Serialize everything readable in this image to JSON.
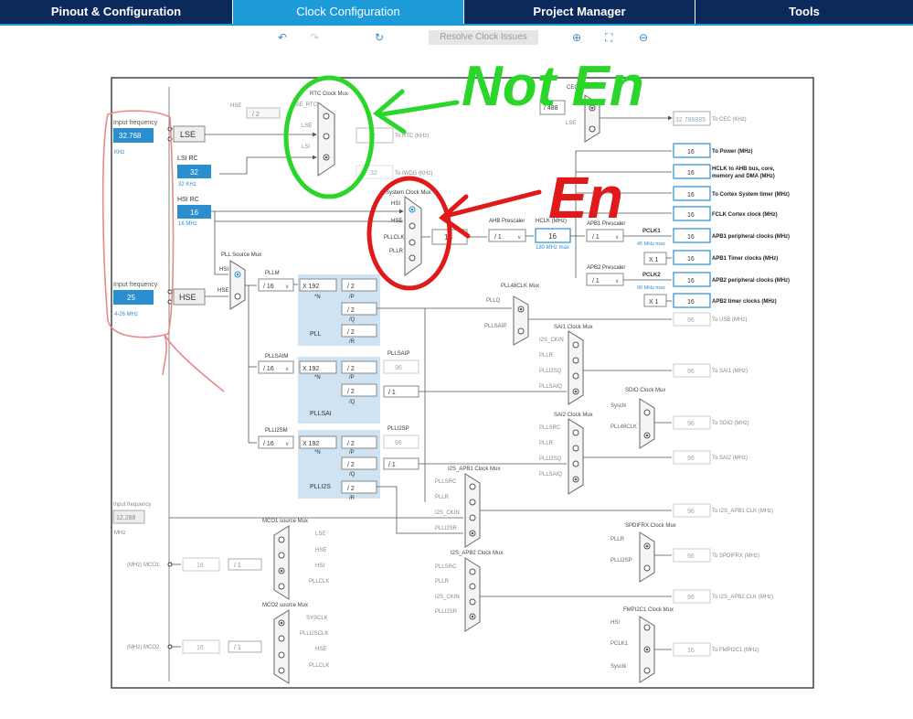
{
  "nav": {
    "tabs": [
      {
        "label": "Pinout & Configuration"
      },
      {
        "label": "Clock Configuration",
        "active": true
      },
      {
        "label": "Project Manager"
      },
      {
        "label": "Tools"
      }
    ]
  },
  "toolbar": {
    "undo_icon": "undo-icon",
    "redo_icon": "redo-icon",
    "refresh_icon": "refresh-icon",
    "resolve_label": "Resolve Clock Issues",
    "zoom_in_icon": "zoom-in-icon",
    "fit_icon": "fit-icon",
    "zoom_out_icon": "zoom-out-icon"
  },
  "colors": {
    "nav_bg": "#0b2a5b",
    "accent": "#1c9bd8",
    "panel": "#cfe3f2",
    "annotation_green": "#2bd62b",
    "annotation_red": "#e01a1a",
    "annotation_pink": "#e98a8a"
  },
  "diagram": {
    "input_freq_label": "Input frequency",
    "lse_input_value": "32.768",
    "khz": "KHz",
    "lse_label": "LSE",
    "lsi_rc_label": "LSI RC",
    "lsi_value": "32",
    "lsi_khz": "32 KHz",
    "hsi_rc_label": "HSI RC",
    "hsi_value": "16",
    "hsi_mhz": "16 MHz",
    "hse_input_value": "25",
    "hse_range": "4-26 MHz",
    "hse_label": "HSE",
    "ext_input_freq_label": "Input frequency",
    "ext_input_value": "12.288",
    "mhz": "MHz",
    "rtc_mux_label": "RTC Clock Mux",
    "rtc_hse": "HSE",
    "rtc_div": "/ 2",
    "rtc_hse_rtc": "HSE_RTC",
    "rtc_lse": "LSE",
    "rtc_lsi": "LSI",
    "to_rtc_value": "32",
    "to_rtc_label": "To RTC (KHz)",
    "to_iwdg_value": "32",
    "to_iwdg_label": "To IWDG (KHz)",
    "cec_mux_label": "CEC Clock Mux",
    "cec_div": "/ 488",
    "cec_lse": "LSE",
    "to_cec_value": "32.786885",
    "to_cec_label": "To CEC (KHz)",
    "sysclk_mux_label": "System Clock Mux",
    "sys_hsi": "HSI",
    "sys_hse": "HSE",
    "sys_pllclk": "PLLCLK",
    "sys_pllr": "PLLR",
    "sysclk_value": "16",
    "ahb_prescaler_label": "AHB Prescaler",
    "ahb_div": "/ 1",
    "hclk_label": "HCLK (MHz)",
    "hclk_value": "16",
    "hclk_max": "180 MHz max",
    "apb1_prescaler_label": "APB1 Prescaler",
    "apb1_div": "/ 1",
    "pclk1_label": "PCLK1",
    "pclk1_max": "45 MHz max",
    "apb1_timer_mul": "X 1",
    "apb2_prescaler_label": "APB2 Prescaler",
    "apb2_div": "/ 1",
    "pclk2_label": "PCLK2",
    "pclk2_max": "90 MHz max",
    "apb2_timer_mul": "X 1",
    "outputs": [
      {
        "value": "16",
        "label": "To Power (MHz)"
      },
      {
        "value": "16",
        "label": "HCLK to AHB bus, core,"
      },
      {
        "value": "16",
        "label": "To Cortex System timer (MHz)"
      },
      {
        "value": "16",
        "label": "FCLK Cortex clock (MHz)"
      },
      {
        "value": "16",
        "label": "APB1 peripheral clocks (MHz)"
      },
      {
        "value": "16",
        "label": "APB1 Timer clocks (MHz)"
      },
      {
        "value": "16",
        "label": "APB2 peripheral clocks (MHz)"
      },
      {
        "value": "16",
        "label": "APB2 timer clocks (MHz)"
      }
    ],
    "hclk_label_line2": "memory and DMA (MHz)",
    "pll_source_mux_label": "PLL Source Mux",
    "pllsrc_hsi": "HSI",
    "pllsrc_hse": "HSE",
    "pllm_label": "PLLM",
    "pllm_div": "/ 16",
    "pll_n": "X 192",
    "n_label": "*N",
    "pll_p": "/ 2",
    "p_label": "/P",
    "pll_q": "/ 2",
    "q_label": "/Q",
    "pll_r": "/ 2",
    "r_label": "/R",
    "pll_label": "PLL",
    "pll48_mux_label": "PLL48CLK Mux",
    "pllq_in": "PLLQ",
    "pllsaip_in": "PLLSAIP",
    "to_usb_value": "96",
    "to_usb_label": "To USB (MHz)",
    "pllsaim_label": "PLLSAIM",
    "pllsaim_div": "/ 16",
    "pllsai_n": "X 192",
    "pllsaip_label": "PLLSAIP",
    "pllsai_p": "/ 2",
    "pllsaip_value": "96",
    "pllsai_q": "/ 2",
    "pllsai_q_div": "/ 1",
    "pllsai_label": "PLLSAI",
    "plli2sm_label": "PLLI2SM",
    "plli2sm_div": "/ 16",
    "plli2s_n": "X 192",
    "plli2sp_label": "PLLI2SP",
    "plli2s_p": "/ 2",
    "plli2sp_value": "96",
    "plli2s_q": "/ 2",
    "plli2s_q_div": "/ 1",
    "plli2s_r": "/ 2",
    "plli2s_label": "PLLI2S",
    "sai1_mux_label": "SAI1 Clock Mux",
    "sai1_inputs": [
      "I2S_CKIN",
      "PLLR",
      "PLLI2SQ",
      "PLLSAIQ"
    ],
    "to_sai1_value": "96",
    "to_sai1_label": "To SAI1 (MHz)",
    "sdio_mux_label": "SDIO Clock Mux",
    "sdio_inputs": [
      "Sysclk",
      "PLL48CLK"
    ],
    "to_sdio_value": "96",
    "to_sdio_label": "To SDIO (MHz)",
    "sai2_mux_label": "SAI2 Clock Mux",
    "sai2_inputs": [
      "PLLSRC",
      "PLLR",
      "PLLI2SQ",
      "PLLSAIQ"
    ],
    "to_sai2_value": "96",
    "to_sai2_label": "To SAI2 (MHz)",
    "i2s_apb1_mux_label": "I2S_APB1 Clock Mux",
    "i2s_apb1_inputs": [
      "PLLSRC",
      "PLLR",
      "I2S_CKIN",
      "PLLI2SR"
    ],
    "to_i2s_apb1_value": "96",
    "to_i2s_apb1_label": "To I2S_APB1 CLK (MHz)",
    "spdifrx_mux_label": "SPDIFRX Clock Mux",
    "spdifrx_inputs": [
      "PLLR",
      "PLLI2SP"
    ],
    "to_spdifrx_value": "96",
    "to_spdifrx_label": "To SPDIFRX (MHz)",
    "i2s_apb2_mux_label": "I2S_APB2 Clock Mux",
    "i2s_apb2_inputs": [
      "PLLSRC",
      "PLLR",
      "I2S_CKIN",
      "PLLI2SR"
    ],
    "to_i2s_apb2_value": "96",
    "to_i2s_apb2_label": "To I2S_APB2 CLK (MHz)",
    "fmpi2c1_mux_label": "FMPI2C1 Clock Mux",
    "fmpi2c1_inputs": [
      "HSI",
      "PCLK1",
      "Sysclk"
    ],
    "to_fmpi2c1_value": "16",
    "to_fmpi2c1_label": "To FMPI2C1 (MHz)",
    "mco1_mux_label": "MCO1 source Mux",
    "mco1_inputs": [
      "LSE",
      "HSE",
      "HSI",
      "PLLCLK"
    ],
    "mco1_label": "(MHz) MCO1",
    "mco1_value": "16",
    "mco1_div": "/ 1",
    "mco2_mux_label": "MCO2 source Mux",
    "mco2_inputs": [
      "SYSCLK",
      "PLLI2SCLK",
      "HSE",
      "PLLCLK"
    ],
    "mco2_label": "(MHz) MCO2",
    "mco2_value": "16",
    "mco2_div": "/ 1"
  },
  "annotations": {
    "not_en": "Not En",
    "en": "En"
  }
}
